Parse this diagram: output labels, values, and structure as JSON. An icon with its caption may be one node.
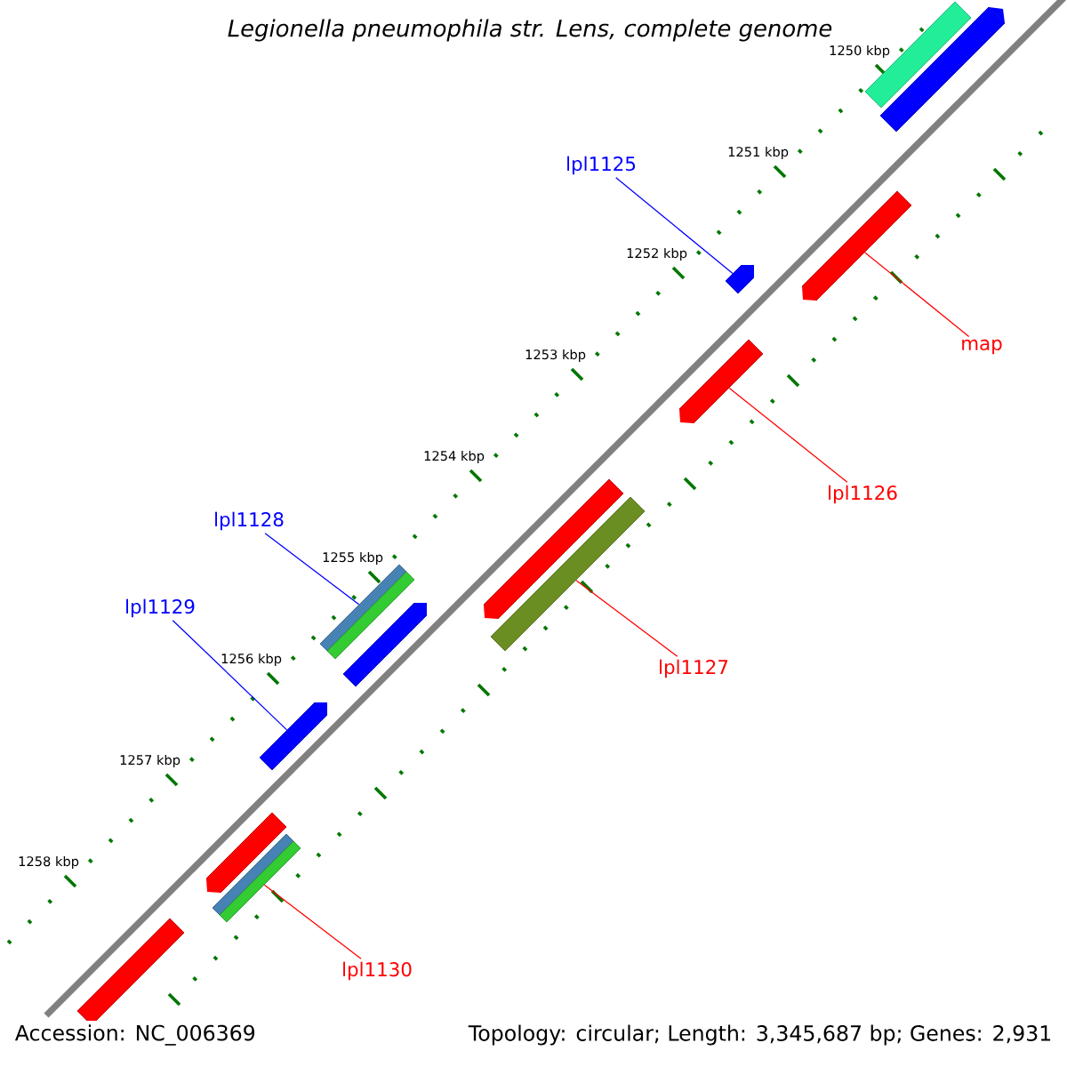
{
  "diagram": {
    "title": "Legionella pneumophila str. Lens, complete genome",
    "nodes": [
      {
        "text": [
          "lpl1125"
        ]
      },
      {
        "text": [
          "map"
        ]
      },
      {
        "text": [
          "lpl1126"
        ]
      },
      {
        "text": [
          "lpl1128"
        ]
      },
      {
        "text": [
          "lpl1129"
        ]
      },
      {
        "text": [
          "lpl1127"
        ]
      },
      {
        "text": [
          "lpl1130"
        ]
      },
      {
        "text": [],
        "shape": "bar"
      },
      {
        "text": [],
        "shape": "bar"
      },
      {
        "text": [],
        "shape": "bar"
      },
      {
        "text": [],
        "shape": "bar"
      },
      {
        "text": [],
        "shape": "bar"
      },
      {
        "text": [],
        "shape": "bar"
      },
      {
        "text": [],
        "shape": "bar"
      },
      {
        "text": [],
        "shape": "bar"
      },
      {
        "text": [],
        "shape": "bar"
      },
      {
        "text": [],
        "shape": "bar"
      },
      {
        "text": [],
        "shape": "bar"
      },
      {
        "text": [],
        "shape": "bar"
      },
      {
        "text": [],
        "shape": "bar"
      },
      {
        "text": [],
        "shape": "bar"
      },
      {
        "text": [],
        "shape": "bar"
      }
    ],
    "edges": [
      {
        "from": 0,
        "to": 9,
        "arrow": "none",
        "color": "#0000ff"
      },
      {
        "from": 1,
        "to": 10,
        "arrow": "none"
      },
      {
        "from": 2,
        "to": 11,
        "arrow": "none"
      },
      {
        "from": 3,
        "to": 12,
        "arrow": "none",
        "color": "#0000ff"
      },
      {
        "from": 4,
        "to": 17,
        "arrow": "none",
        "color": "#0000ff"
      },
      {
        "from": 5,
        "to": 15,
        "arrow": "none"
      },
      {
        "from": 6,
        "to": 20,
        "arrow": "none"
      }
    ],
    "labels": [
      "1250 kbp",
      "1251 kbp",
      "1252 kbp",
      "1253 kbp",
      "1254 kbp",
      "1255 kbp",
      "1256 kbp",
      "1257 kbp",
      "1258 kbp",
      "Accession: NC_006369",
      "Topology: circular; Length: 3,345,687 bp; Genes: 2,931"
    ]
  }
}
